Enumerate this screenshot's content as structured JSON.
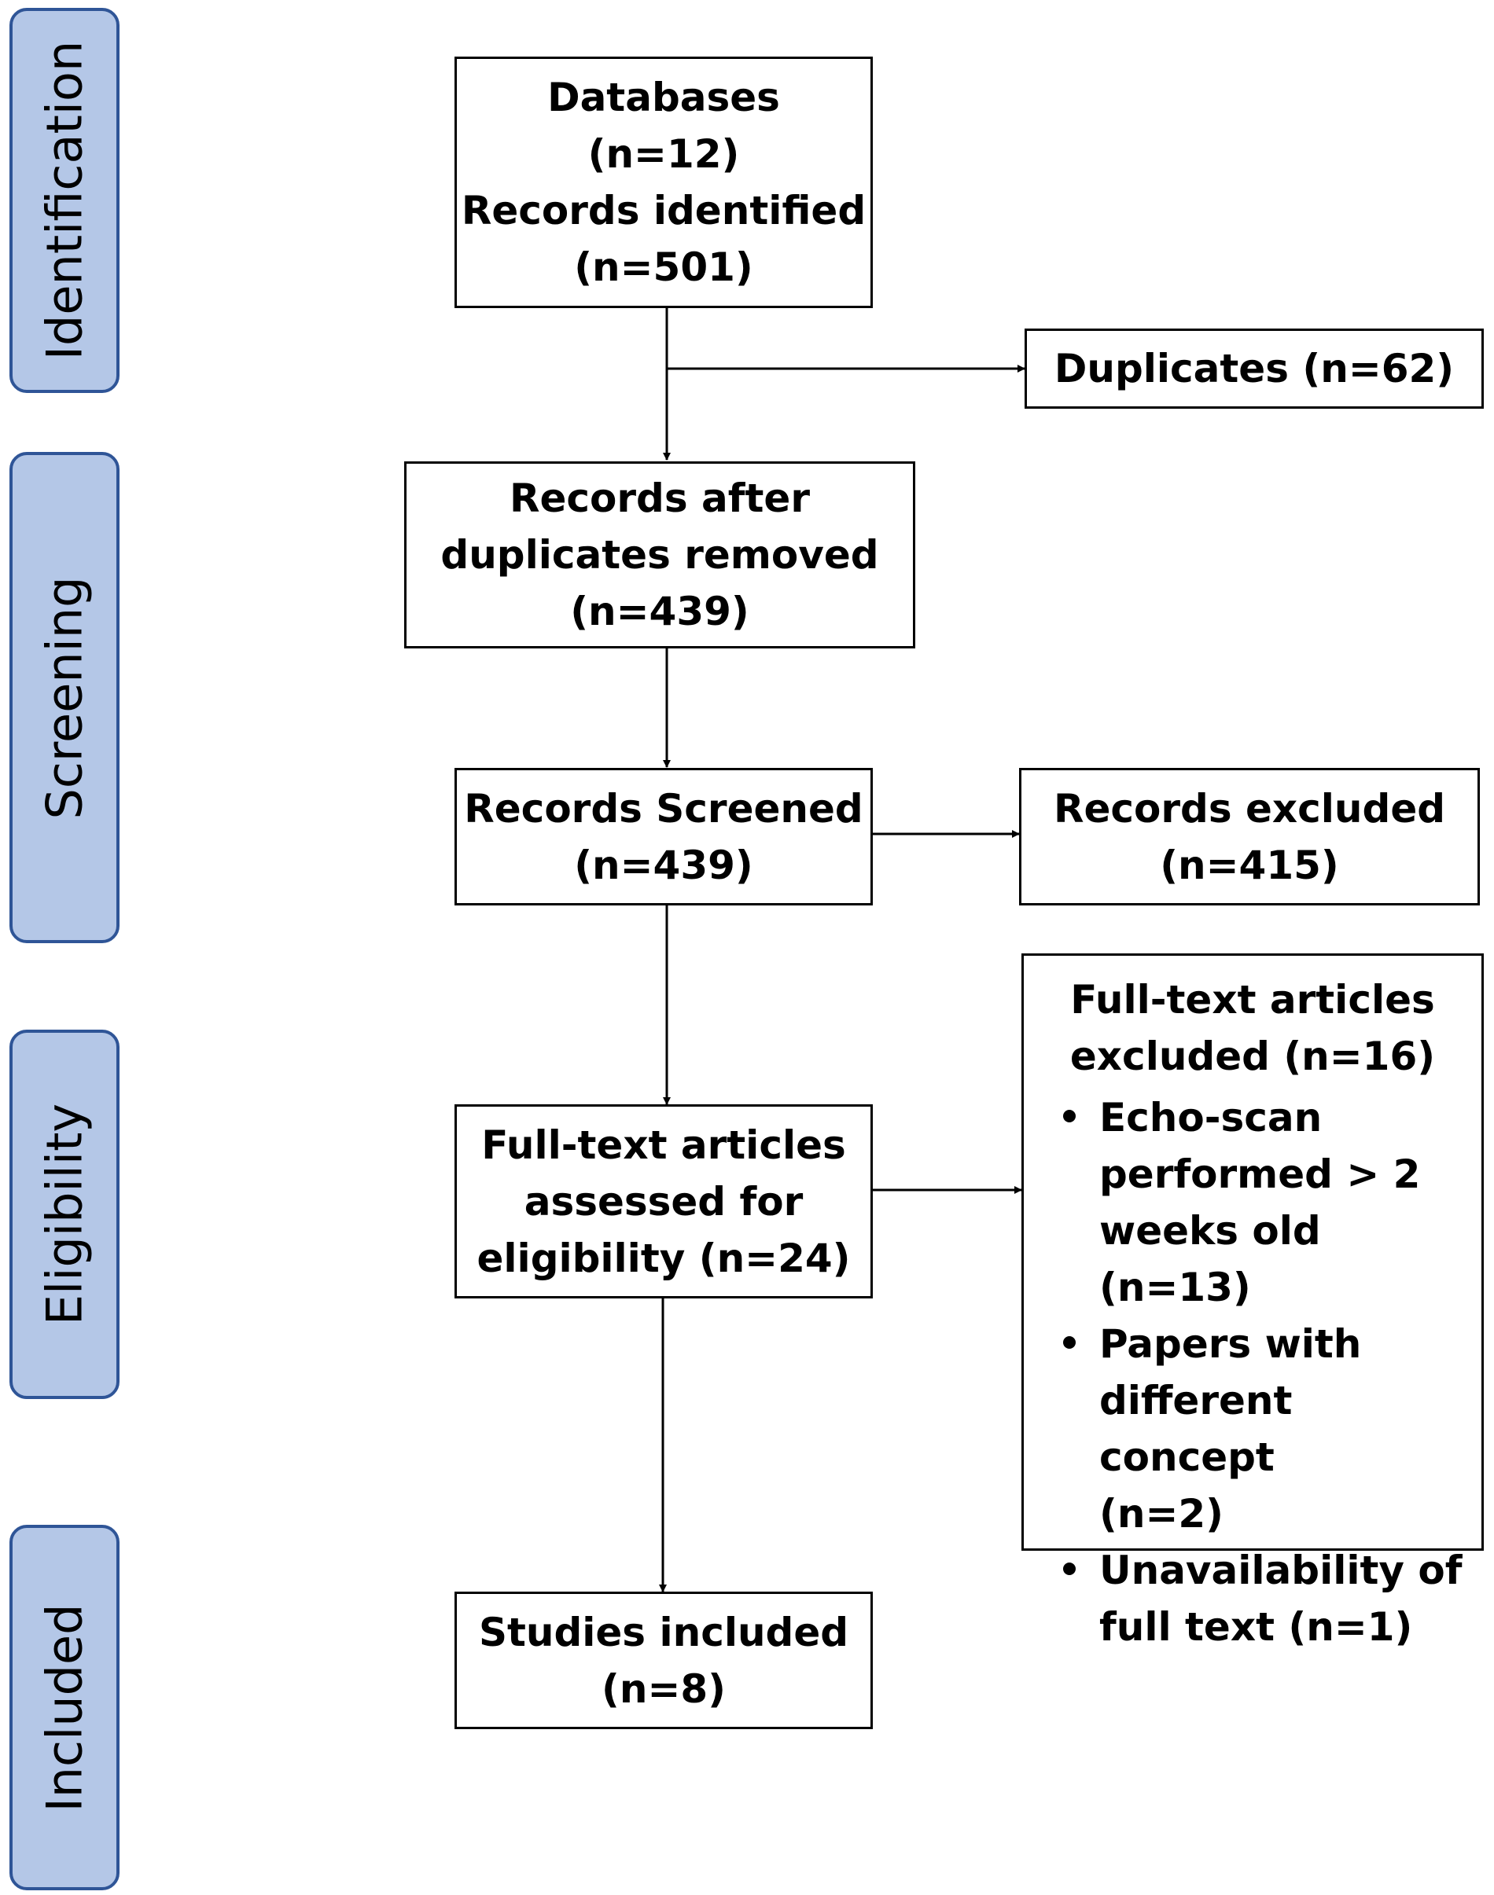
{
  "stages": [
    "Identification",
    "Screening",
    "Eligibility",
    "Included"
  ],
  "identification": {
    "line1": "Databases",
    "line2": "(n=12)",
    "line3": "Records identified",
    "line4": "(n=501)"
  },
  "duplicates": {
    "text": "Duplicates (n=62)"
  },
  "after_duplicates": {
    "line1": "Records after",
    "line2": "duplicates removed",
    "line3": "(n=439)"
  },
  "screened": {
    "line1": "Records Screened",
    "line2": "(n=439)"
  },
  "excluded": {
    "line1": "Records excluded",
    "line2": "(n=415)"
  },
  "assessed": {
    "line1": "Full-text articles",
    "line2": "assessed for",
    "line3": "eligibility (n=24)"
  },
  "fulltext_excluded": {
    "head1": "Full-text articles",
    "head2": "excluded (n=16)",
    "reasons": [
      [
        "Echo-scan",
        "performed > 2",
        "weeks old (n=13)"
      ],
      [
        "Papers with",
        "different concept",
        "(n=2)"
      ],
      [
        "Unavailability of",
        "full text (n=1)"
      ]
    ]
  },
  "included": {
    "line1": "Studies included",
    "line2": "(n=8)"
  }
}
